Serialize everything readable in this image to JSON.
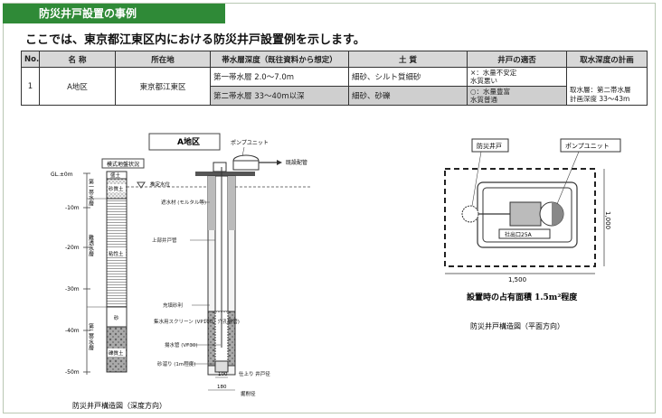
{
  "header": {
    "title": "防災井戸設置の事例",
    "subtitle": "ここでは、東京都江東区内における防災井戸設置例を示します。"
  },
  "table": {
    "headers": [
      "No.",
      "名 称",
      "所在地",
      "帯水層深度（既往資料から想定）",
      "土 質",
      "井戸の適否",
      "取水深度の計画"
    ],
    "row": {
      "no": "1",
      "name": "A地区",
      "location": "東京都江東区",
      "aquifer1": "第一帯水層 2.0～7.0m",
      "aquifer2": "第二帯水層 33～40m以深",
      "soil1": "細砂、シルト質細砂",
      "soil2": "細砂、砂礫",
      "suitability1": "×：水量不安定\n水質悪い",
      "suitability2": "○：水量豊富\n水質普通",
      "plan": "取水層：第二帯水層\n計画深度 33～43m"
    }
  },
  "depth_diagram": {
    "caption": "防災井戸構造図（深度方向）",
    "site_label": "A地区",
    "column_title": "模式地盤状況",
    "ground_label": "GL.±0m",
    "depth_labels": [
      "-10m",
      "-20m",
      "-30m",
      "-40m",
      "-50m"
    ],
    "side_layers": [
      "第一帯水層",
      "難透水層",
      "第二帯水層"
    ],
    "soil_labels": [
      "盛土",
      "砂質土",
      "粘性土",
      "砂",
      "礫質土"
    ],
    "pump_label": "ポンプユニット",
    "pipe_label": "既設配管",
    "water_level": "推定水位",
    "callouts": [
      "遮水材\n(モルタル等)",
      "上部井戸管",
      "充填砂利",
      "集水用スクリーン\n(VP100、穴孔開管)",
      "揚水管\n(VF30)",
      "砂溜り\n(1m程度)"
    ],
    "dim_labels": [
      "100",
      "180",
      "仕上り\n井戸径",
      "掘削径"
    ]
  },
  "plan_diagram": {
    "caption": "防災井戸構造図（平面方向）",
    "well_label": "防災井戸",
    "pump_label": "ポンプユニット",
    "plate_label": "社出口25A",
    "width_label": "1,500",
    "height_label": "1,000",
    "area_note": "設置時の占有面積 1.5m²程度"
  },
  "colors": {
    "title_bar": "#2f8a37",
    "shade": "#cfcfcf",
    "frame": "#b9c8b3"
  }
}
